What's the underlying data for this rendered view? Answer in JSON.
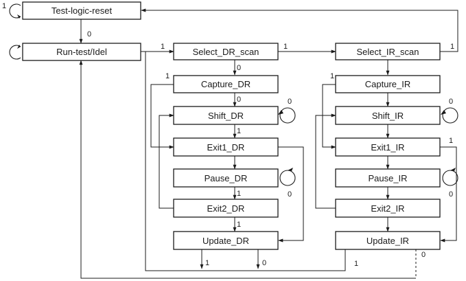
{
  "states": {
    "test_logic_reset": "Test-logic-reset",
    "run_test_idle": "Run-test/Idel",
    "select_dr_scan": "Select_DR_scan",
    "capture_dr": "Capture_DR",
    "shift_dr": "Shift_DR",
    "exit1_dr": "Exit1_DR",
    "pause_dr": "Pause_DR",
    "exit2_dr": "Exit2_DR",
    "update_dr": "Update_DR",
    "select_ir_scan": "Select_IR_scan",
    "capture_ir": "Capture_IR",
    "shift_ir": "Shift_IR",
    "exit1_ir": "Exit1_IR",
    "pause_ir": "Pause_IR",
    "exit2_ir": "Exit2_IR",
    "update_ir": "Update_IR"
  },
  "labels": {
    "one": "1",
    "zero": "0"
  }
}
